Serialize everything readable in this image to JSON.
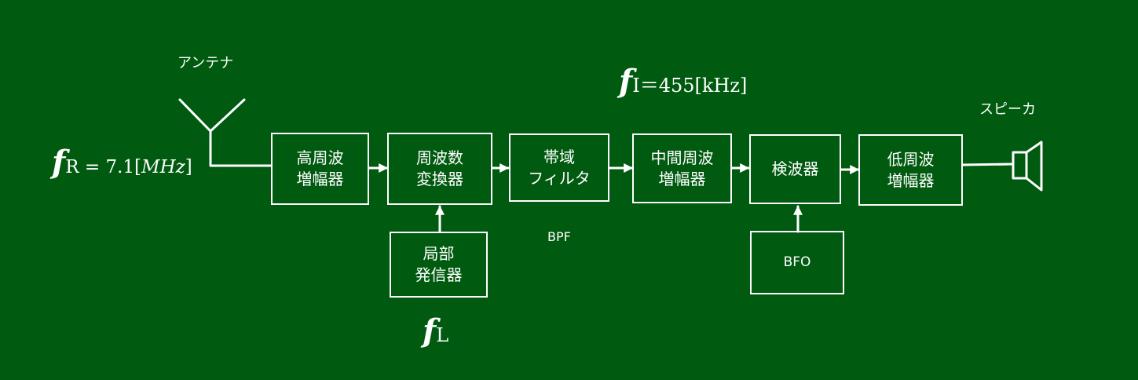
{
  "colors": {
    "background": "#005a0f",
    "foreground": "#ffffff"
  },
  "labels": {
    "antenna": "アンテナ",
    "speaker": "スピーカ",
    "bpf": "BPF"
  },
  "formulas": {
    "fr": {
      "f": "f",
      "sub": "R",
      "eq": " = 7.1",
      "lb": "[",
      "unit": "MHz",
      "rb": "]"
    },
    "fi": {
      "f": "f",
      "sub": "I",
      "rest": "＝455[kHz]"
    },
    "fl": {
      "f": "f",
      "sub": "L"
    }
  },
  "blocks": {
    "rf_amp": [
      "高周波",
      "増幅器"
    ],
    "mixer": [
      "周波数",
      "変換器"
    ],
    "local_osc": [
      "局部",
      "発信器"
    ],
    "band_filter": [
      "帯域",
      "フィルタ"
    ],
    "if_amp": [
      "中間周波",
      "増幅器"
    ],
    "detector": [
      "検波器"
    ],
    "bfo": [
      "BFO"
    ],
    "af_amp": [
      "低周波",
      "増幅器"
    ]
  }
}
